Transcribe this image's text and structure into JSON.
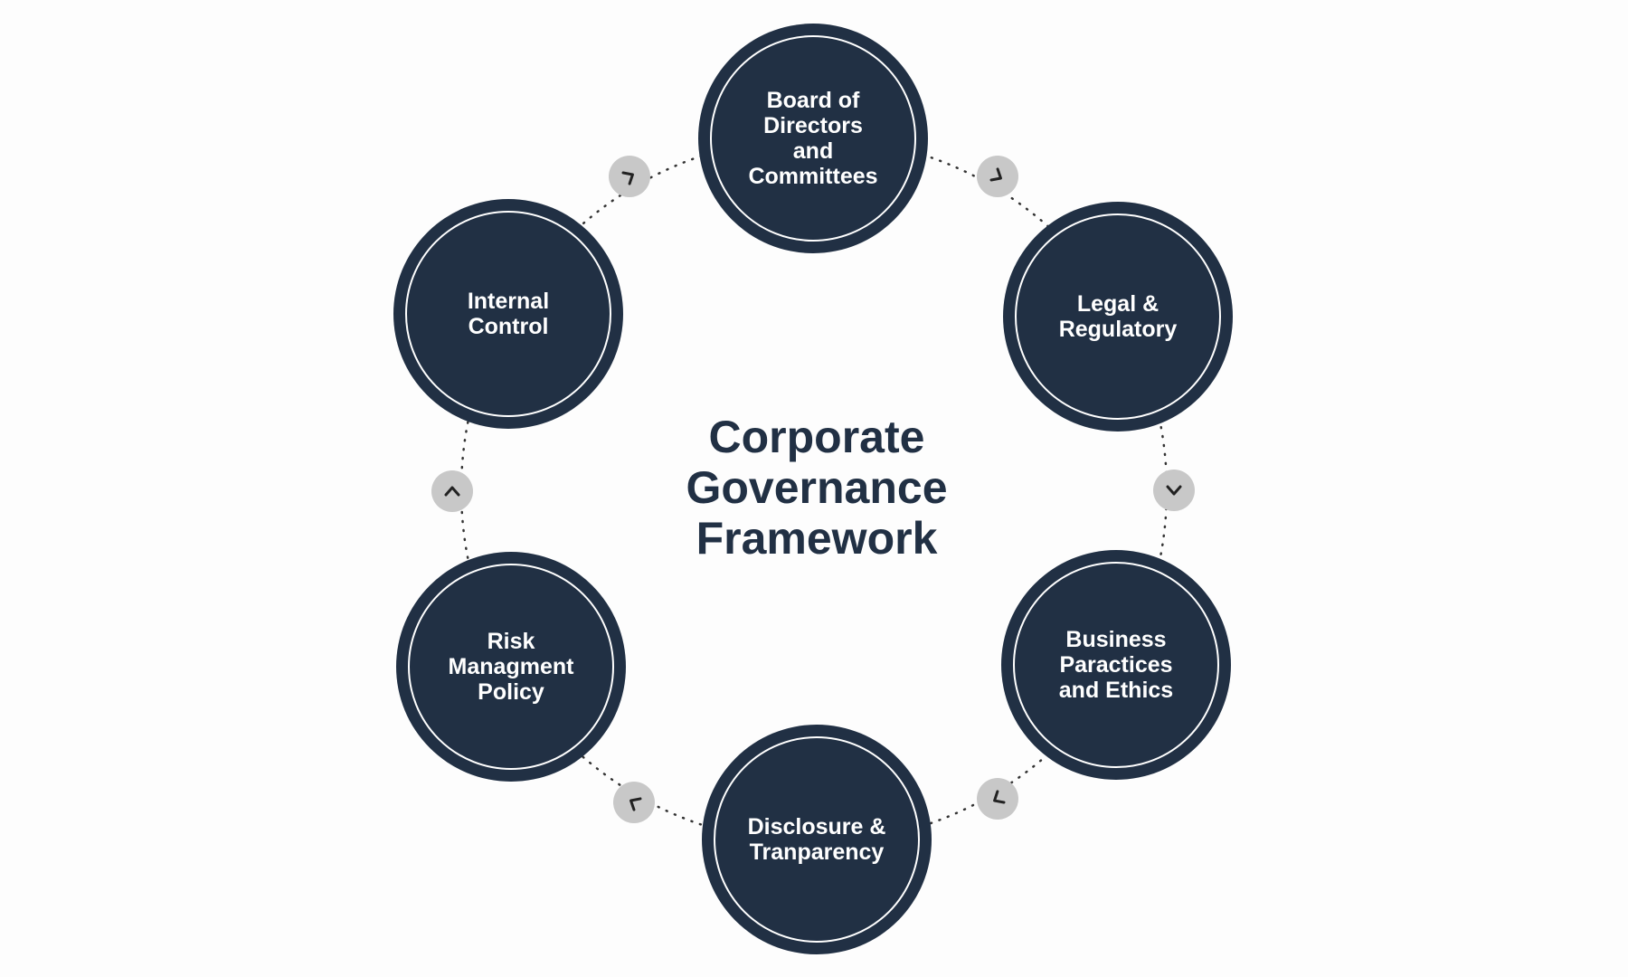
{
  "title": "Corporate\nGovernance\nFramework",
  "nodes": [
    {
      "label": "Board of\nDirectors\nand\nCommittees"
    },
    {
      "label": "Legal &\nRegulatory"
    },
    {
      "label": "Business\nParactices\nand Ethics"
    },
    {
      "label": "Disclosure &\nTranparency"
    },
    {
      "label": "Risk\nManagment\nPolicy"
    },
    {
      "label": "Internal\nControl"
    }
  ],
  "arrows": [
    "chevron",
    "chevron",
    "chevron",
    "chevron",
    "chevron",
    "chevron"
  ],
  "colors": {
    "node": "#213044",
    "arrow_bg": "#c8c8c8",
    "title": "#213044"
  }
}
